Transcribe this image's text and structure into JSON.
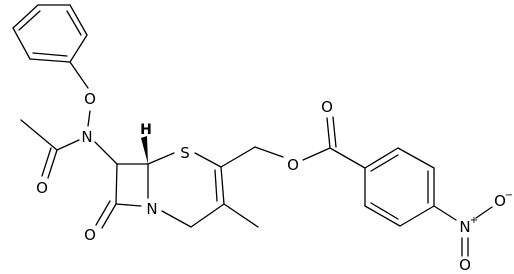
{
  "molecule": {
    "atom_labels": {
      "n_amide": "N",
      "o_phenoxy": "O",
      "o_acetyl": "O",
      "h_stereo": "H",
      "s_ring": "S",
      "n_lactam": "N",
      "o_lactam": "O",
      "o_ester": "O",
      "o_carbonyl": "O",
      "n_nitro": "N",
      "n_nitro_charge": "+",
      "o_nitro_right": "O",
      "o_nitro_right_charge": "−",
      "o_nitro_bottom": "O"
    },
    "colors": {
      "bond": "#000000",
      "text": "#000000",
      "background": "#ffffff"
    }
  }
}
